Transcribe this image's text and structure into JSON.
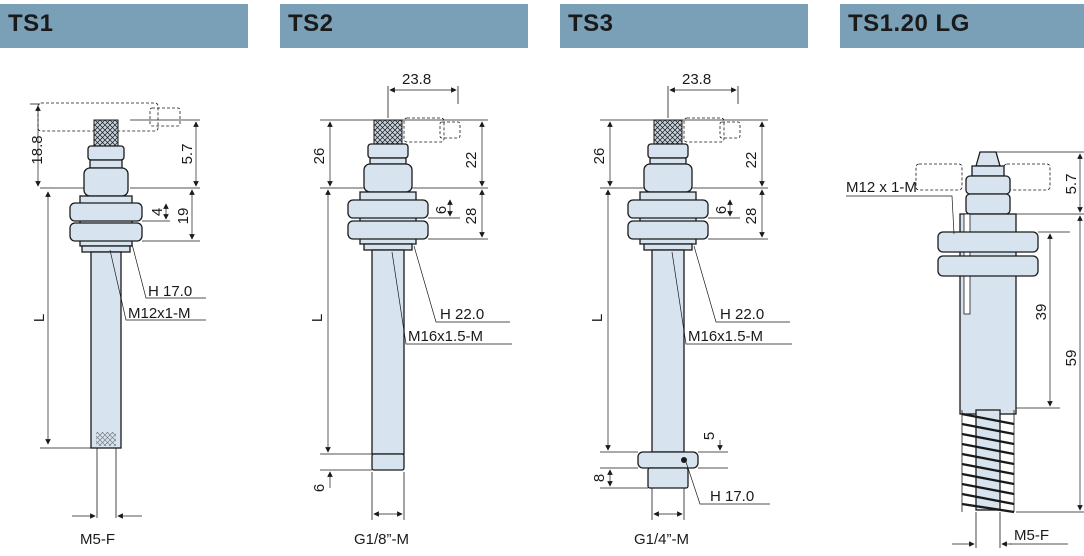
{
  "panels": [
    {
      "title": "TS1",
      "labels": {
        "d1": "18.8",
        "d2": "5.7",
        "d3": "4",
        "d4": "19",
        "len": "L",
        "hex": "H 17.0",
        "thread": "M12x1-M",
        "bottom": "M5-F"
      }
    },
    {
      "title": "TS2",
      "labels": {
        "d1": "23.8",
        "d2": "26",
        "d3": "22",
        "d4": "6",
        "d5": "28",
        "len": "L",
        "hex": "H 22.0",
        "thread": "M16x1.5-M",
        "d6": "6",
        "bottom": "G1/8”-M"
      }
    },
    {
      "title": "TS3",
      "labels": {
        "d1": "23.8",
        "d2": "26",
        "d3": "22",
        "d4": "6",
        "d5": "28",
        "len": "L",
        "hex": "H 22.0",
        "thread": "M16x1.5-M",
        "d6": "5",
        "d7": "8",
        "hex2": "H 17.0",
        "bottom": "G1/4”-M"
      }
    },
    {
      "title": "TS1.20 LG",
      "labels": {
        "thread": "M12 x 1-M",
        "d1": "5.7",
        "d2": "39",
        "d3": "59",
        "bottom": "M5-F"
      }
    }
  ],
  "colors": {
    "header": "#7aa0b8",
    "part": "#d7e4ef"
  }
}
